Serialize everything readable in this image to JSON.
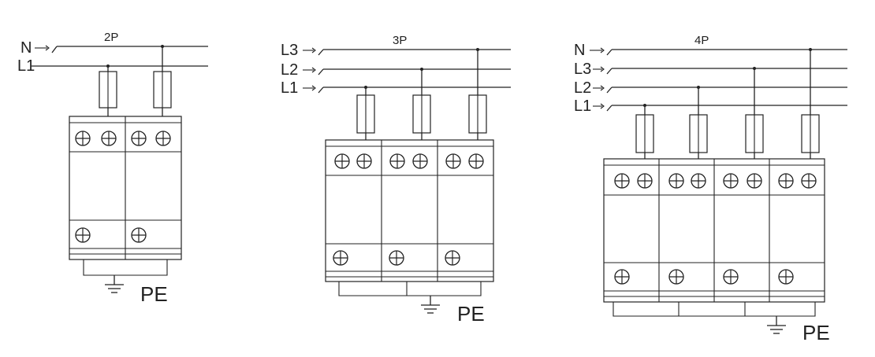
{
  "diagrams": [
    {
      "id": "2p",
      "label": "2P",
      "lines": [
        "N",
        "L1"
      ],
      "poles": 2,
      "ground_label": "PE"
    },
    {
      "id": "3p",
      "label": "3P",
      "lines": [
        "L3",
        "L2",
        "L1"
      ],
      "poles": 3,
      "ground_label": "PE"
    },
    {
      "id": "4p",
      "label": "4P",
      "lines": [
        "N",
        "L3",
        "L2",
        "L1"
      ],
      "poles": 4,
      "ground_label": "PE"
    }
  ],
  "colors": {
    "line": "#222222",
    "background": "#ffffff"
  },
  "icons": [
    "terminal-screw-icon",
    "fuse-icon",
    "ground-icon"
  ]
}
